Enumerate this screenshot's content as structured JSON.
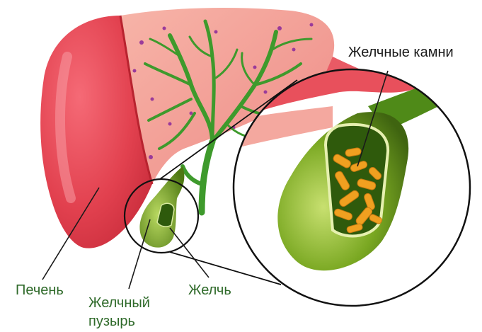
{
  "labels": {
    "liver": "Печень",
    "gallbladder_line1": "Желчный",
    "gallbladder_line2": "пузырь",
    "bile": "Желчь",
    "gallstones": "Желчные камни"
  },
  "colors": {
    "liver_main": "#e2414f",
    "liver_light": "#f07a84",
    "liver_cut": "#f3a39b",
    "bile_duct": "#3e9a2c",
    "gallbladder": "#6a9a18",
    "gallbladder_dark": "#3f6410",
    "stones": "#f0a020",
    "label_text": "#2f6a2a"
  }
}
